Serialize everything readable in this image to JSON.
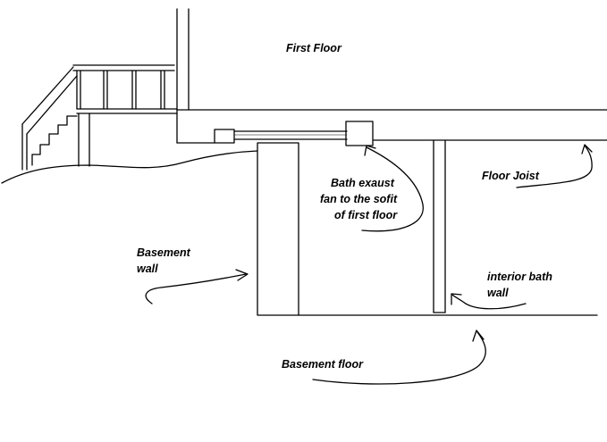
{
  "labels": {
    "first_floor": "First Floor",
    "floor_joist": "Floor Joist",
    "bath_fan": [
      "Bath exaust",
      "fan to the sofit",
      "of first floor"
    ],
    "basement_wall": [
      "Basement",
      "wall"
    ],
    "interior_wall": [
      "interior bath",
      "wall"
    ],
    "basement_floor": "Basement floor"
  },
  "colors": {
    "ink": "#000000",
    "background": "#ffffff"
  }
}
